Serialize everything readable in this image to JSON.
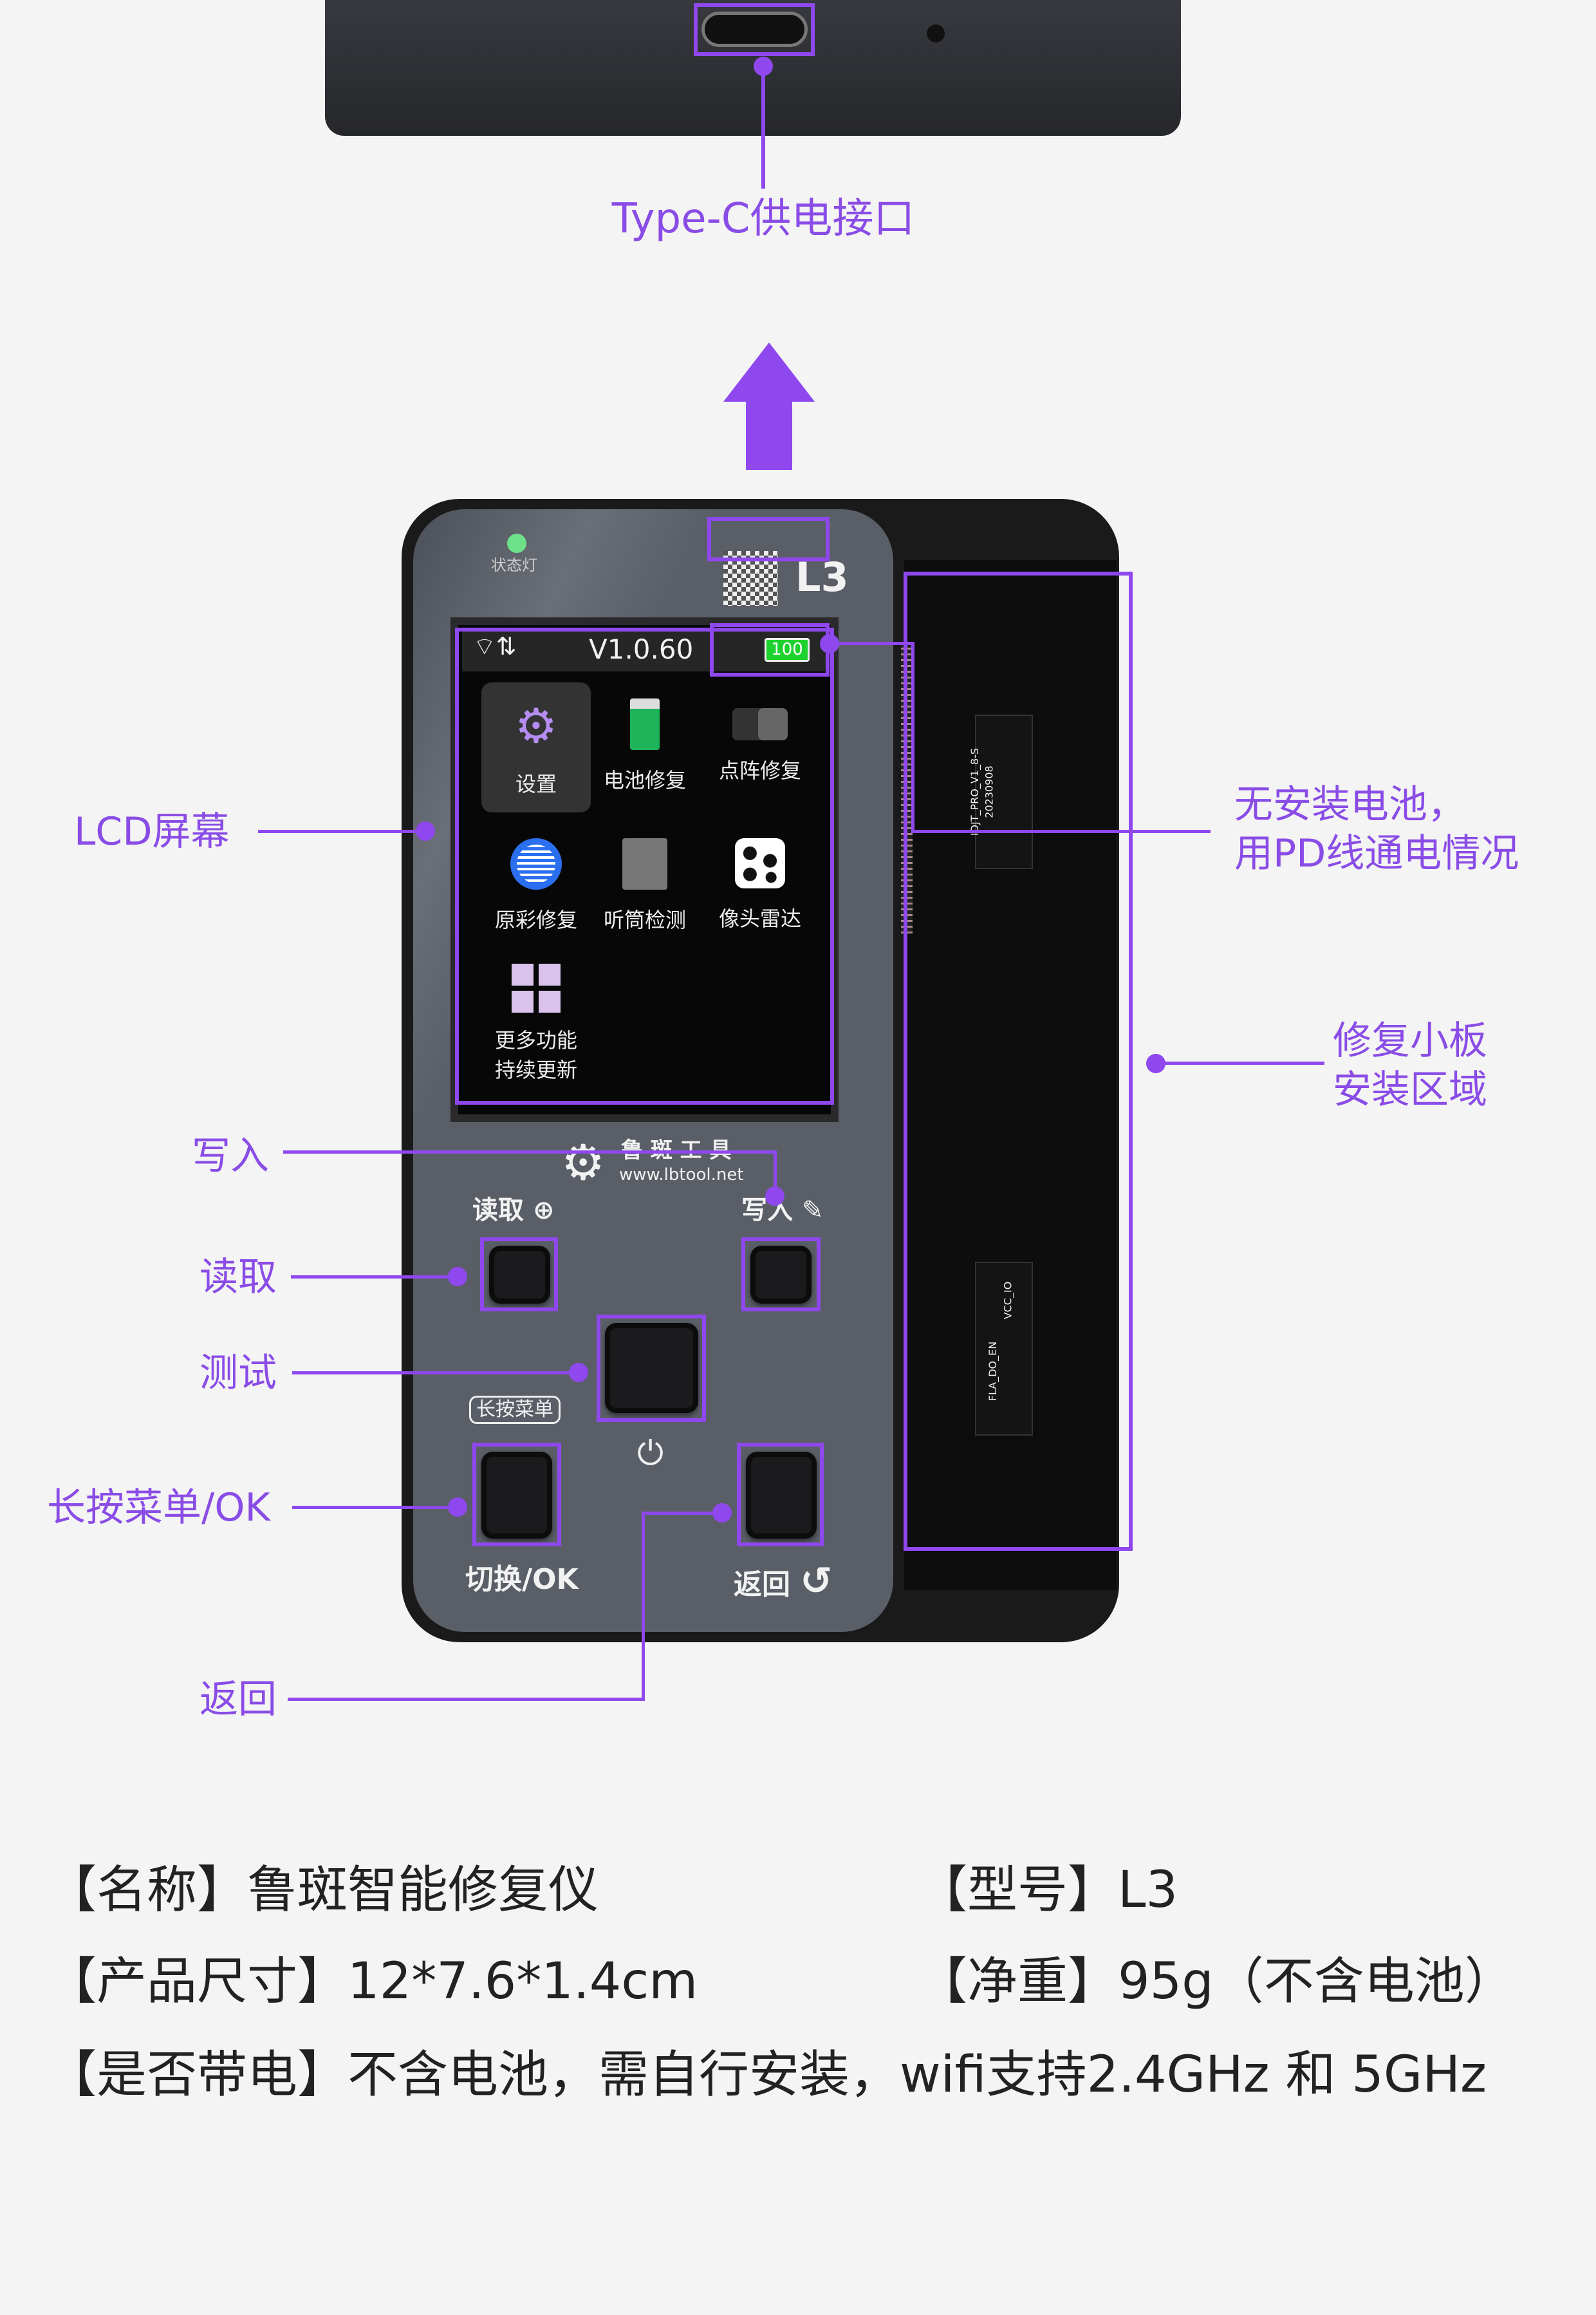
{
  "top": {
    "port_label": "Type-C供电接口"
  },
  "device": {
    "status_light": "状态灯",
    "model": "L3",
    "screen": {
      "version": "V1.0.60",
      "battery": "100",
      "apps": [
        {
          "label": "设置",
          "icon": "gear-icon"
        },
        {
          "label": "电池修复",
          "icon": "battery-icon"
        },
        {
          "label": "点阵修复",
          "icon": "dot-projector-icon"
        },
        {
          "label": "原彩修复",
          "icon": "true-tone-icon"
        },
        {
          "label": "听筒检测",
          "icon": "earpiece-icon"
        },
        {
          "label": "像头雷达",
          "icon": "camera-lidar-icon"
        },
        {
          "label": "更多功能",
          "label2": "持续更新",
          "icon": "more-apps-icon"
        }
      ]
    },
    "brand": "鲁 斑 工 具",
    "website": "www.lbtool.net",
    "keys": {
      "read": "读取",
      "write": "写入",
      "long_press": "长按菜单",
      "switch_ok": "切换/OK",
      "back": "返回"
    },
    "pcb": {
      "top_text": "IDJT_PRO_V1_8-S",
      "top_date": "20230908",
      "bottom_text": "FLA_DO_EN",
      "bottom_text2": "VCC_IO"
    }
  },
  "callouts": {
    "lcd": "LCD屏幕",
    "write": "写入",
    "read": "读取",
    "test": "测试",
    "menu_ok": "长按菜单/OK",
    "back": "返回",
    "no_battery_1": "无安装电池，",
    "no_battery_2": "用PD线通电情况",
    "board_1": "修复小板",
    "board_2": "安装区域"
  },
  "specs": {
    "name": "【名称】鲁斑智能修复仪",
    "model": "【型号】L3",
    "size": "【产品尺寸】12*7.6*1.4cm",
    "weight": "【净重】95g（不含电池）",
    "power": "【是否带电】不含电池，需自行安装，wifi支持2.4GHz 和 5GHz"
  },
  "colors": {
    "accent": "#8e48ee",
    "body": "#5b5f69"
  }
}
